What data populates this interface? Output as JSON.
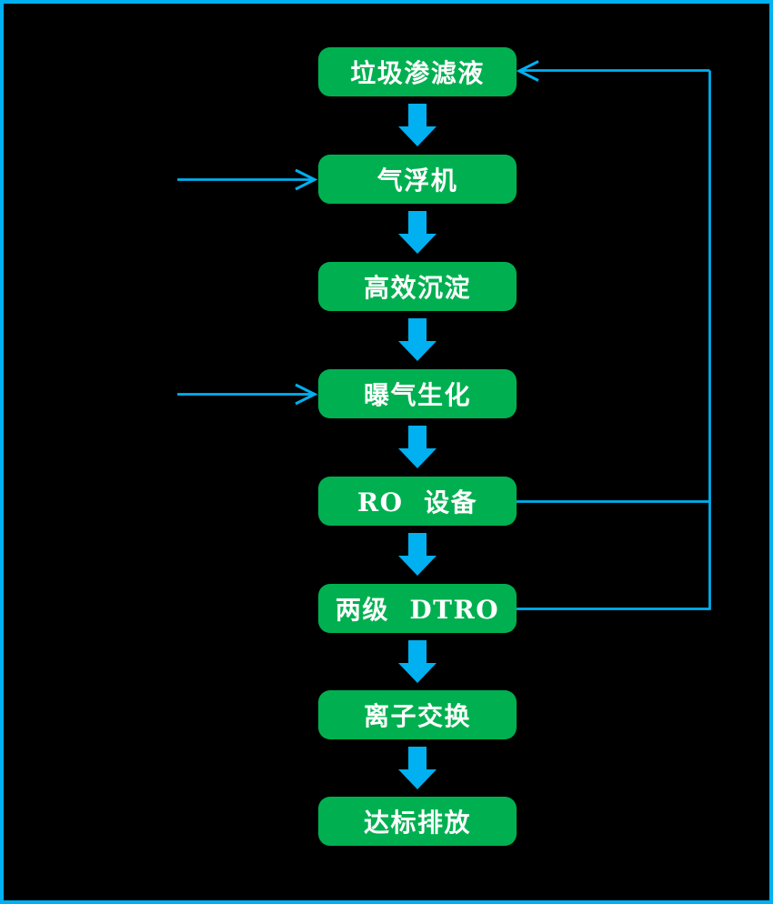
{
  "canvas": {
    "background_color": "#000000",
    "border_color": "#00B0F0"
  },
  "flowchart": {
    "node_fill_color": "#00B050",
    "node_text_color": "#FFFFFF",
    "connector_color": "#00B0F0",
    "nodes": [
      {
        "id": "landfill-leachate",
        "label": "垃圾渗滤液"
      },
      {
        "id": "air-flotation",
        "label": "气浮机"
      },
      {
        "id": "high-efficiency-sedimentation",
        "label": "高效沉淀"
      },
      {
        "id": "aeration-biochemical",
        "label": "曝气生化"
      },
      {
        "id": "ro-equipment",
        "label": "RO  设备"
      },
      {
        "id": "two-stage-dtro",
        "label": "两级  DTRO"
      },
      {
        "id": "ion-exchange",
        "label": "离子交换"
      },
      {
        "id": "compliant-discharge",
        "label": "达标排放"
      }
    ],
    "edges": {
      "main_flow": [
        {
          "from": "垃圾渗滤液",
          "to": "气浮机"
        },
        {
          "from": "气浮机",
          "to": "高效沉淀"
        },
        {
          "from": "高效沉淀",
          "to": "曝气生化"
        },
        {
          "from": "曝气生化",
          "to": "RO 设备"
        },
        {
          "from": "RO 设备",
          "to": "两级 DTRO"
        },
        {
          "from": "两级 DTRO",
          "to": "离子交换"
        },
        {
          "from": "离子交换",
          "to": "达标排放"
        }
      ],
      "recycle_flow": [
        {
          "from": "RO 设备",
          "to": "垃圾渗滤液"
        },
        {
          "from": "两级 DTRO",
          "to": "垃圾渗滤液"
        }
      ],
      "external_inputs": [
        {
          "to": "气浮机"
        },
        {
          "to": "曝气生化"
        }
      ]
    }
  }
}
